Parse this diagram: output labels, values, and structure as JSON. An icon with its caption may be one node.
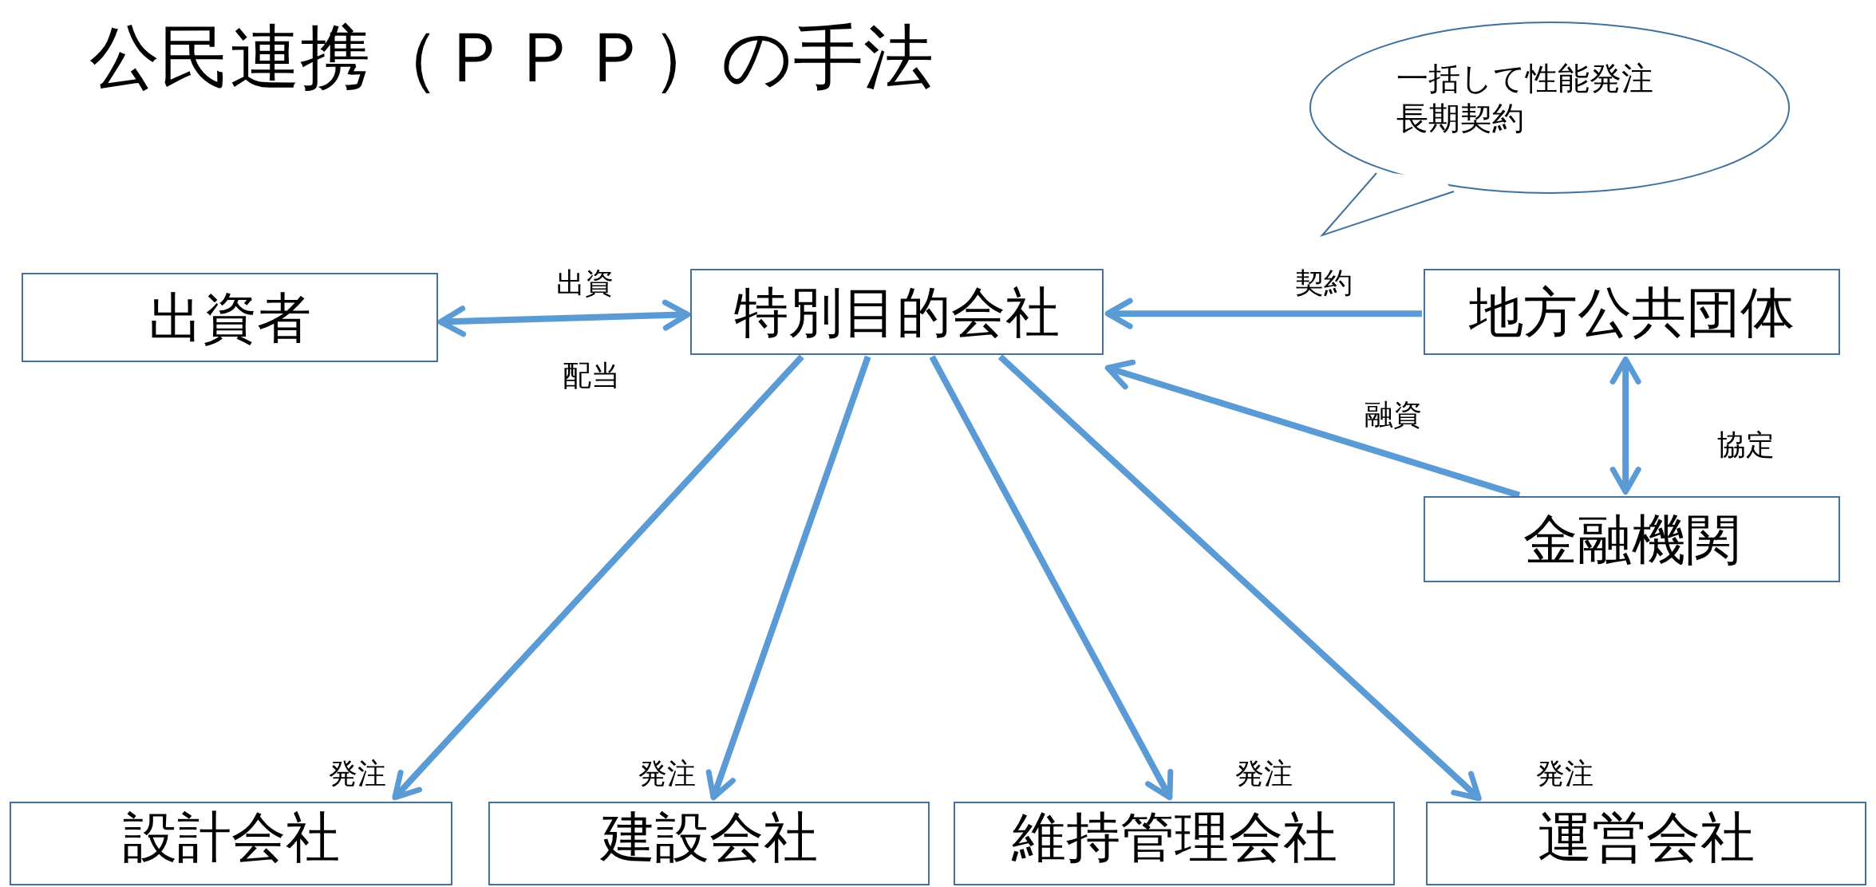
{
  "diagram": {
    "title": "公民連携（ＰＰＰ）の手法",
    "nodes": [
      {
        "text": [
          "出資者"
        ]
      },
      {
        "text": [
          "特別目的会社"
        ]
      },
      {
        "text": [
          "地方公共団体"
        ]
      },
      {
        "text": [
          "金融機関"
        ]
      },
      {
        "text": [
          "設計会社"
        ]
      },
      {
        "text": [
          "建設会社"
        ]
      },
      {
        "text": [
          "維持管理会社"
        ]
      },
      {
        "text": [
          "運営会社"
        ]
      },
      {
        "text": [
          "一括して性能発注",
          "長期契約"
        ]
      }
    ],
    "edges": [
      {
        "from": 0,
        "to": 1,
        "arrow": "both",
        "label": "出資"
      },
      {
        "from": 2,
        "to": 1,
        "arrow": "to",
        "label": "契約"
      },
      {
        "from": 3,
        "to": 1,
        "arrow": "to",
        "label": "融資"
      },
      {
        "from": 2,
        "to": 3,
        "arrow": "both",
        "label": "協定"
      },
      {
        "from": 1,
        "to": 4,
        "arrow": "to",
        "label": "発注"
      },
      {
        "from": 1,
        "to": 5,
        "arrow": "to",
        "label": "発注"
      },
      {
        "from": 1,
        "to": 6,
        "arrow": "to",
        "label": "発注"
      },
      {
        "from": 1,
        "to": 7,
        "arrow": "to",
        "label": "発注"
      }
    ],
    "labels": [
      "配当"
    ]
  }
}
